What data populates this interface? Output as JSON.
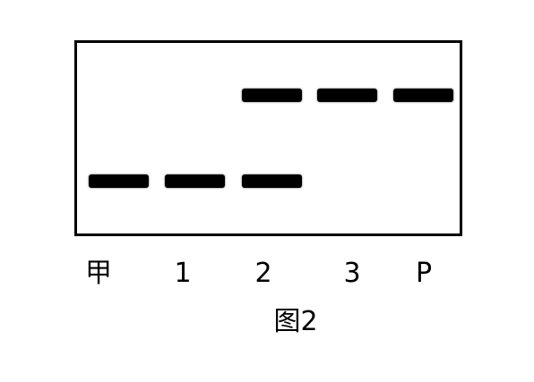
{
  "lanes": [
    {
      "label": "甲",
      "bands": [
        "lower"
      ]
    },
    {
      "label": "1",
      "bands": [
        "lower"
      ]
    },
    {
      "label": "2",
      "bands": [
        "upper",
        "lower"
      ]
    },
    {
      "label": "3",
      "bands": [
        "upper"
      ]
    },
    {
      "label": "P",
      "bands": [
        "upper"
      ]
    }
  ],
  "caption": "图2"
}
